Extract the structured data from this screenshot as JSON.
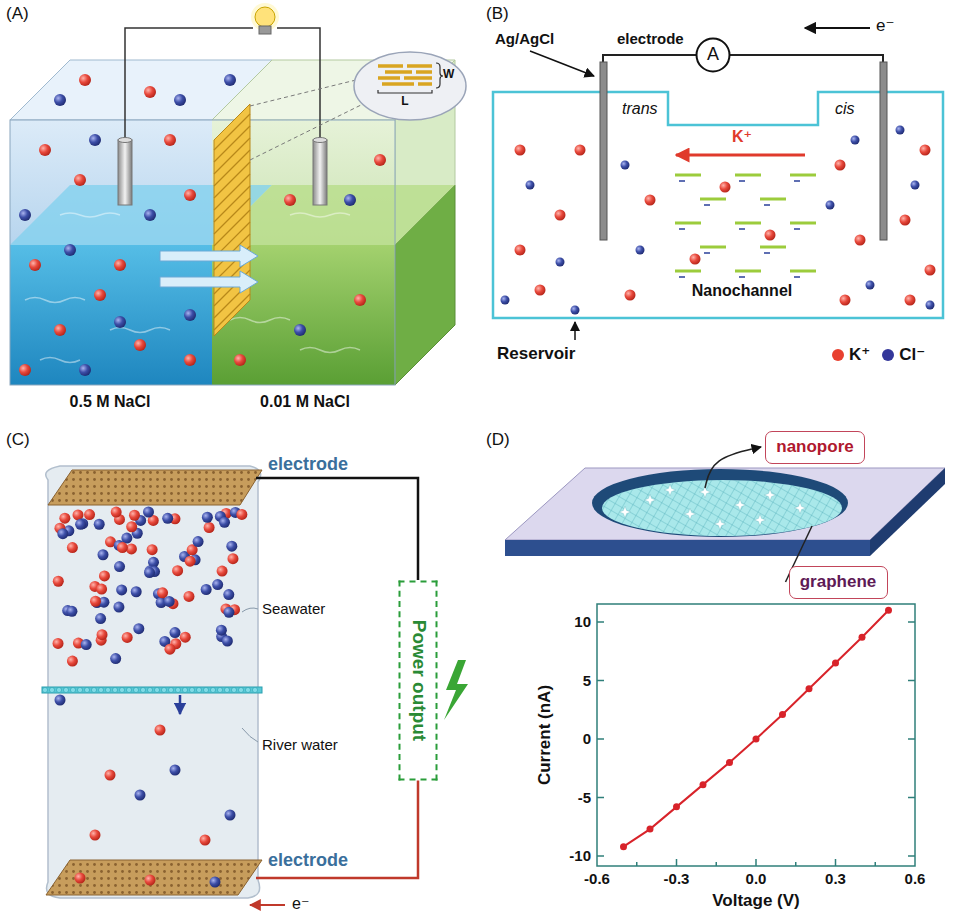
{
  "diagram": {
    "nodes": [
      {
        "text": [
          "A"
        ]
      },
      {
        "text": [
          "Power output"
        ]
      },
      {
        "text": [
          "nanopore"
        ]
      },
      {
        "text": [
          "graphene"
        ]
      }
    ],
    "labels": [
      "(A)",
      "W",
      "L",
      "0.5 M NaCl",
      "0.01 M NaCl",
      "(B)",
      "Ag/AgCl",
      "electrode",
      "e⁻",
      "trans",
      "cis",
      "K⁺",
      "Nanochannel",
      "Reservoir",
      "(C)",
      "electrode",
      "Seawater",
      "River water",
      "electrode",
      "e⁻",
      "(D)",
      "Current (nA)",
      "Voltage (V)",
      "10",
      "5",
      "0",
      "-5",
      "-10",
      "-0.6",
      "-0.3",
      "0.0",
      "0.3",
      "0.6"
    ],
    "legend": [
      {
        "text": "K⁺",
        "color": "#e8402f"
      },
      {
        "text": "Cl⁻",
        "color": "#34379a"
      }
    ]
  }
}
